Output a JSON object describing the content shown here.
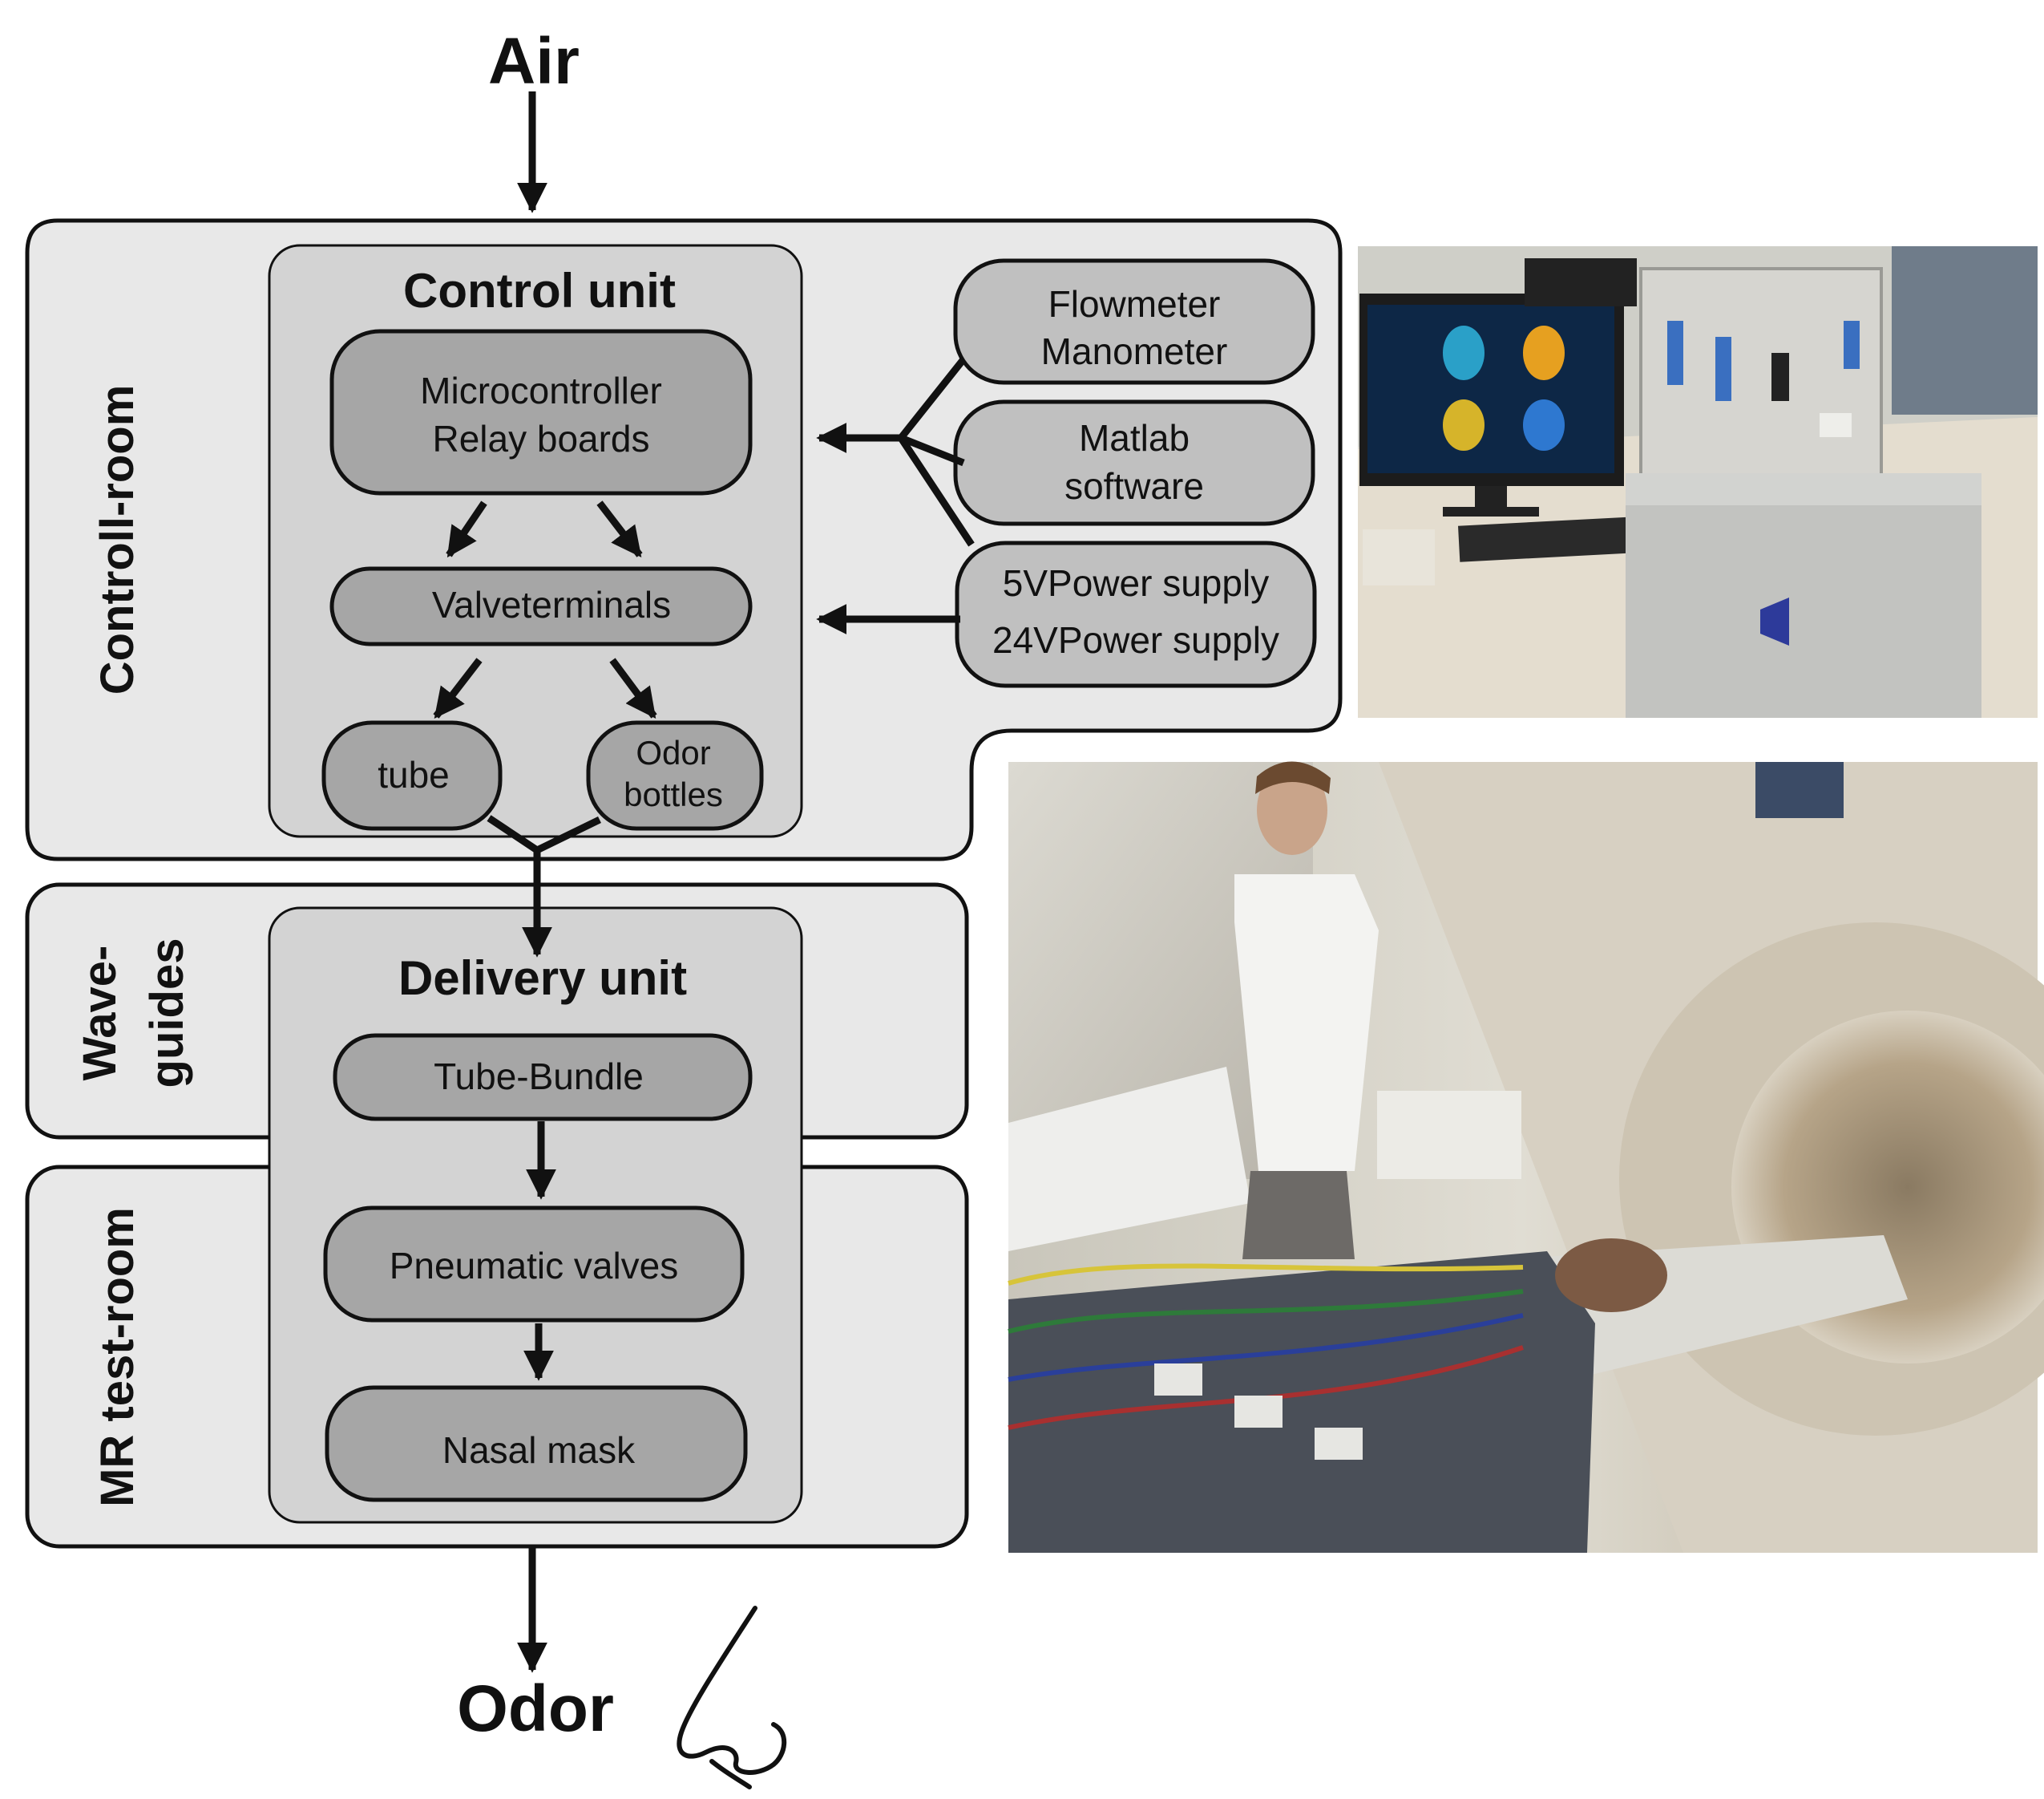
{
  "diagram": {
    "input_label": "Air",
    "output_label": "Odor",
    "zones": {
      "control_room": "Controll-room",
      "waveguides_line1": "Wave-",
      "waveguides_line2": "guides",
      "mr_room": "MR test-room"
    },
    "control_unit": {
      "title": "Control unit",
      "microcontroller_line1": "Microcontroller",
      "microcontroller_line2": "Relay boards",
      "valveterminals": "Valveterminals",
      "tube": "tube",
      "odor_bottles_line1": "Odor",
      "odor_bottles_line2": "bottles"
    },
    "peripherals": {
      "flowmeter_line1": "Flowmeter",
      "flowmeter_line2": "Manometer",
      "matlab_line1": "Matlab",
      "matlab_line2": "software",
      "power_line1": "5VPower supply",
      "power_line2": "24VPower supply"
    },
    "delivery_unit": {
      "title": "Delivery unit",
      "tube_bundle": "Tube-Bundle",
      "pneumatic_valves": "Pneumatic valves",
      "nasal_mask": "Nasal mask"
    }
  },
  "colors": {
    "zone_fill": "#e8e8e8",
    "unit_fill": "#d3d3d3",
    "box_fill": "#a6a6a6",
    "peripheral_fill": "#c0c0c0",
    "stroke": "#111111"
  }
}
